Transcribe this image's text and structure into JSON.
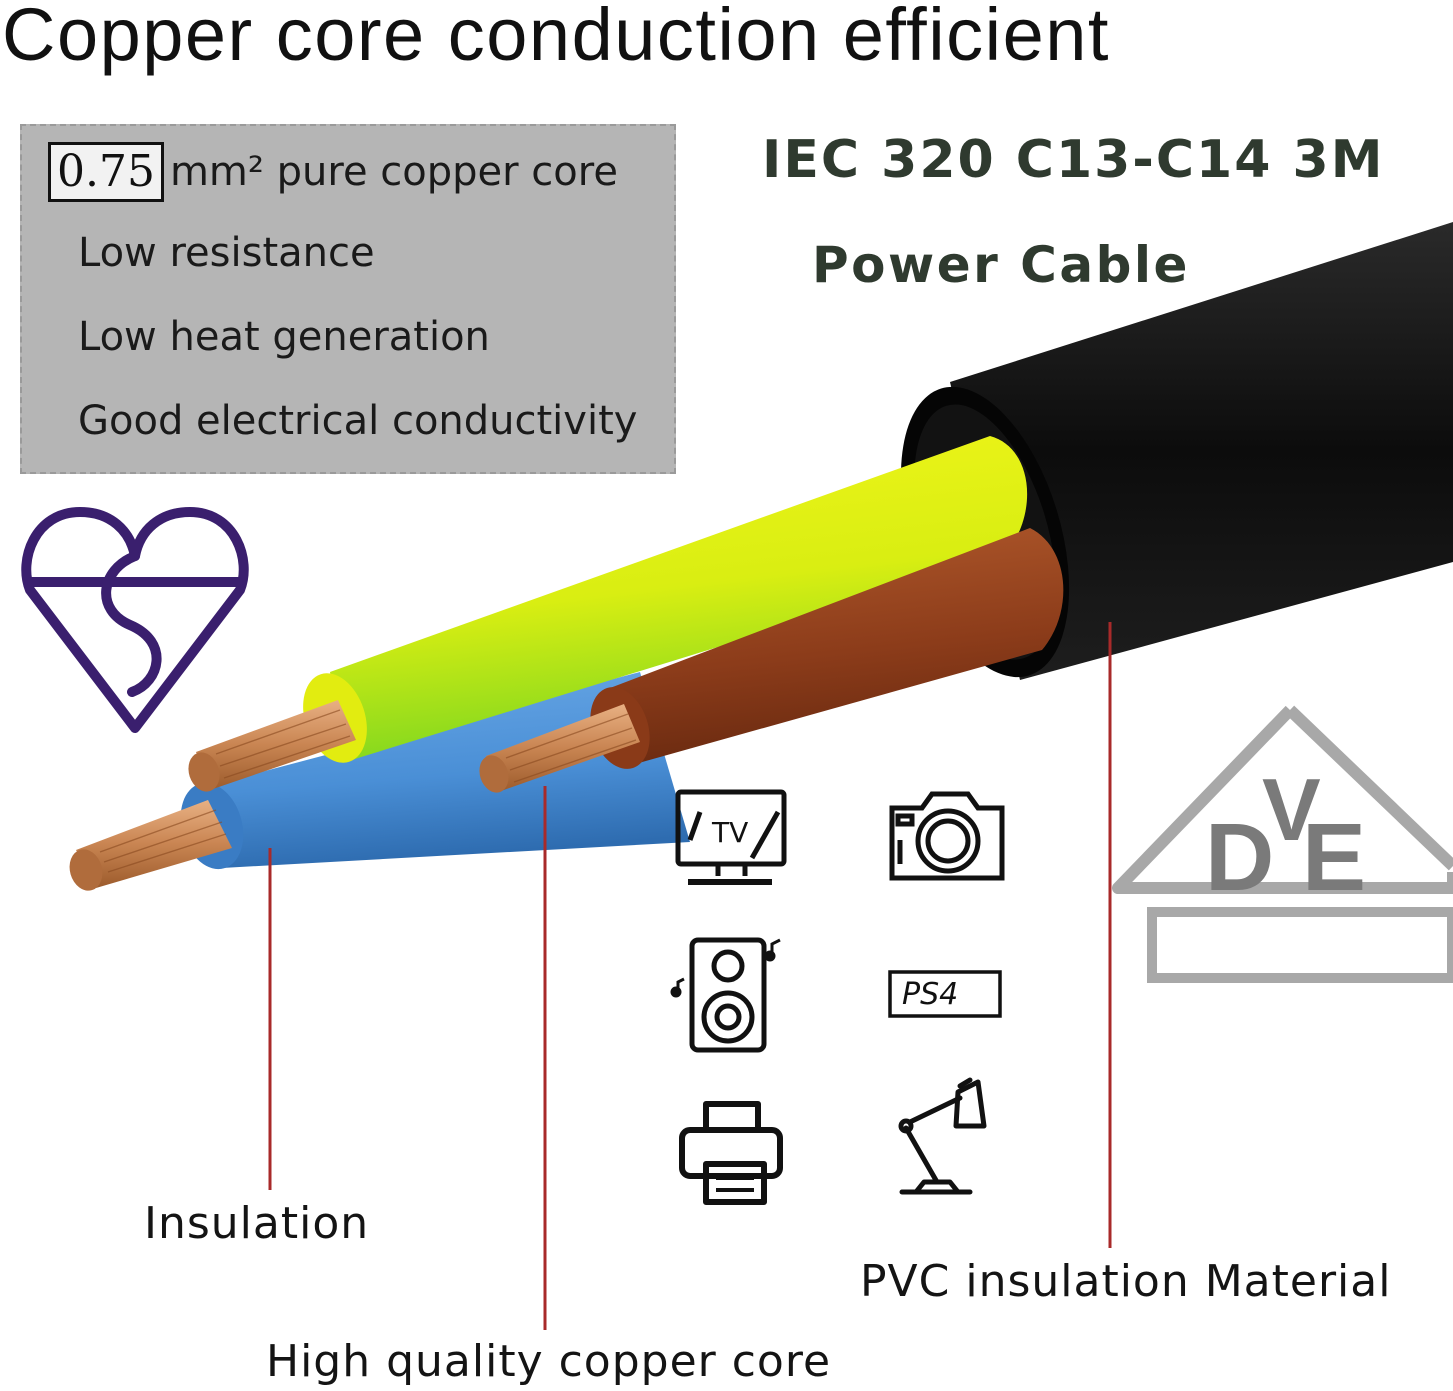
{
  "headline": "Copper core conduction efficient",
  "spec_box": {
    "gauge_value": "0.75",
    "gauge_unit_text": "mm² pure copper core",
    "items": [
      "Low resistance",
      "Low heat generation",
      "Good electrical conductivity"
    ]
  },
  "product": {
    "title_line1": "IEC 320 C13-C14 3M",
    "title_line2": "Power Cable"
  },
  "certifications": {
    "vde_letters": {
      "d": "D",
      "v": "V",
      "e": "E"
    }
  },
  "devices": {
    "tv_label": "TV",
    "console_label": "PS4",
    "icons": [
      "tv-icon",
      "camera-icon",
      "speaker-icon",
      "ps4-console-icon",
      "printer-icon",
      "desk-lamp-icon"
    ]
  },
  "callouts": {
    "insulation": "Insulation",
    "copper_core": "High quality copper core",
    "pvc": "PVC insulation Material"
  },
  "colors": {
    "sheath": "#0c0c0c",
    "earth_yellow": "#eaf10f",
    "earth_green": "#7cd620",
    "neutral_blue": "#4a8fd6",
    "live_brown": "#93411d",
    "copper": "#d4915c",
    "callout_line": "#a82a2a",
    "kitemark": "#3a1f6e",
    "vde_grey": "#7a7a7a"
  }
}
